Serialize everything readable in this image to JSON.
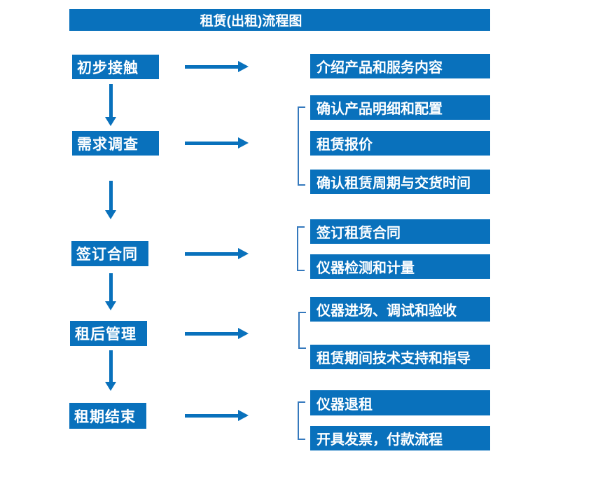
{
  "title": "租赁(出租)流程图",
  "colors": {
    "primary": "#0971bc",
    "bracket": "#3579bd",
    "text": "#ffffff",
    "background": "#ffffff"
  },
  "steps": [
    {
      "label": "初步接触",
      "details": [
        "介绍产品和服务内容"
      ]
    },
    {
      "label": "需求调查",
      "details": [
        "确认产品明细和配置",
        "租赁报价",
        "确认租赁周期与交货时间"
      ]
    },
    {
      "label": "签订合同",
      "details": [
        "签订租赁合同",
        "仪器检测和计量"
      ]
    },
    {
      "label": "租后管理",
      "details": [
        "仪器进场、调试和验收",
        "租赁期间技术支持和指导"
      ]
    },
    {
      "label": "租期结束",
      "details": [
        "仪器退租",
        "开具发票，付款流程"
      ]
    }
  ]
}
